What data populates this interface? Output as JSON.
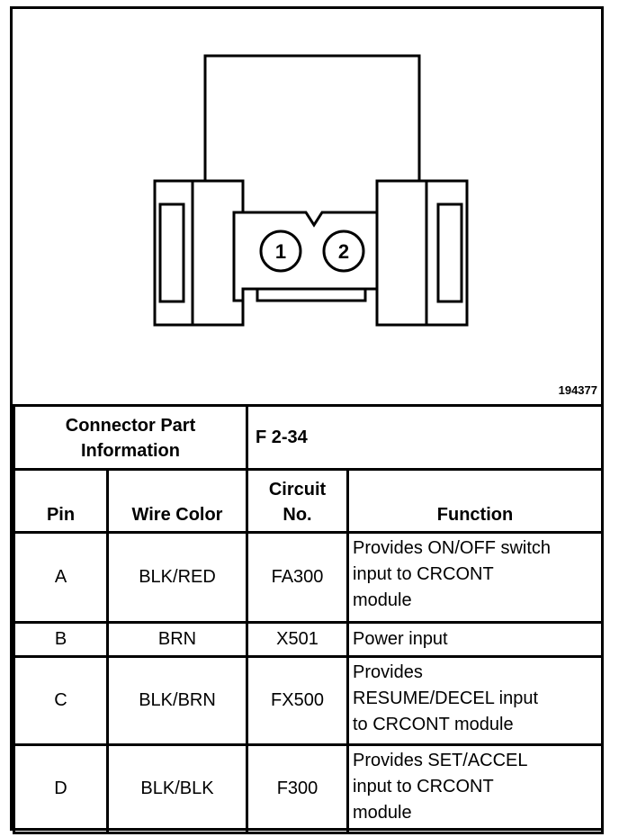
{
  "figure_id": "194377",
  "connector": {
    "pin_labels": [
      "1",
      "2"
    ]
  },
  "table": {
    "part_info_label_line1": "Connector Part",
    "part_info_label_line2": "Information",
    "part_number": "F 2-34",
    "headers": {
      "pin": "Pin",
      "wire_color": "Wire Color",
      "circuit_line1": "Circuit",
      "circuit_line2": "No.",
      "function": "Function"
    },
    "rows": [
      {
        "pin": "A",
        "wire_color": "BLK/RED",
        "circuit": "FA300",
        "function_lines": [
          "Provides ON/OFF switch",
          "input to CRCONT",
          "module"
        ]
      },
      {
        "pin": "B",
        "wire_color": "BRN",
        "circuit": "X501",
        "function_lines": [
          "Power input"
        ]
      },
      {
        "pin": "C",
        "wire_color": "BLK/BRN",
        "circuit": "FX500",
        "function_lines": [
          "Provides",
          "RESUME/DECEL input",
          "to CRCONT module"
        ]
      },
      {
        "pin": "D",
        "wire_color": "BLK/BLK",
        "circuit": "F300",
        "function_lines": [
          "Provides SET/ACCEL",
          "input to CRCONT",
          "module"
        ]
      }
    ]
  }
}
